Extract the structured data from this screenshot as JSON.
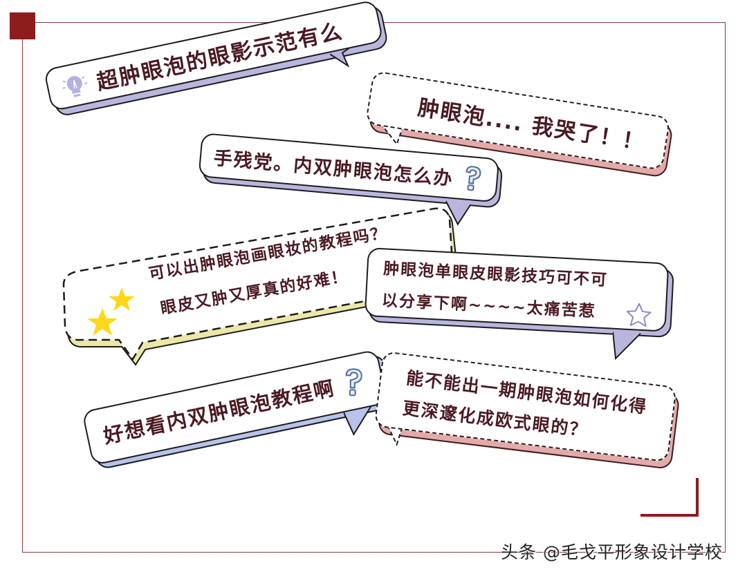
{
  "bubbles": [
    {
      "id": "b1",
      "text": "超肿眼泡的眼影示范有么",
      "style": "solid",
      "shadow_color": "#b9b6de",
      "icon": "lightbulb-icon"
    },
    {
      "id": "b2",
      "text": "肿眼泡.... 我哭了！！",
      "style": "dashed",
      "shadow_color": "#e4a9a9"
    },
    {
      "id": "b3",
      "text": "手残党。内双肿眼泡怎么办",
      "style": "solid",
      "shadow_color": "#b9b6de",
      "icon": "question-mark-icon"
    },
    {
      "id": "b4",
      "lines": [
        "可以出肿眼泡画眼妆的教程吗？",
        "眼皮又肿又厚真的好难！"
      ],
      "style": "dashed",
      "shadow_color": "#ece7a8",
      "icon": "stars-icon"
    },
    {
      "id": "b5",
      "lines": [
        "肿眼泡单眼皮眼影技巧可不可",
        "以分享下啊~~~~太痛苦惹"
      ],
      "style": "solid",
      "shadow_color": "#b9b6de",
      "icon": "star-outline-icon"
    },
    {
      "id": "b6",
      "text": "好想看内双肿眼泡教程啊",
      "style": "solid",
      "shadow_color": "#b7c3ea",
      "icon": "question-mark-icon"
    },
    {
      "id": "b7",
      "lines": [
        "能不能出一期肿眼泡如何化得",
        "更深邃化成欧式眼的？"
      ],
      "style": "dashed",
      "shadow_color": "#e4a9a9"
    }
  ],
  "watermark": "头条 @毛戈平形象设计学校",
  "colors": {
    "frame": "#8c3a3a",
    "accent_red": "#8e1c1c",
    "text": "#4a1a22",
    "lavender": "#b9b6de",
    "pink": "#e4a9a9",
    "yellow": "#ece7a8",
    "star_yellow": "#ffd71a"
  }
}
